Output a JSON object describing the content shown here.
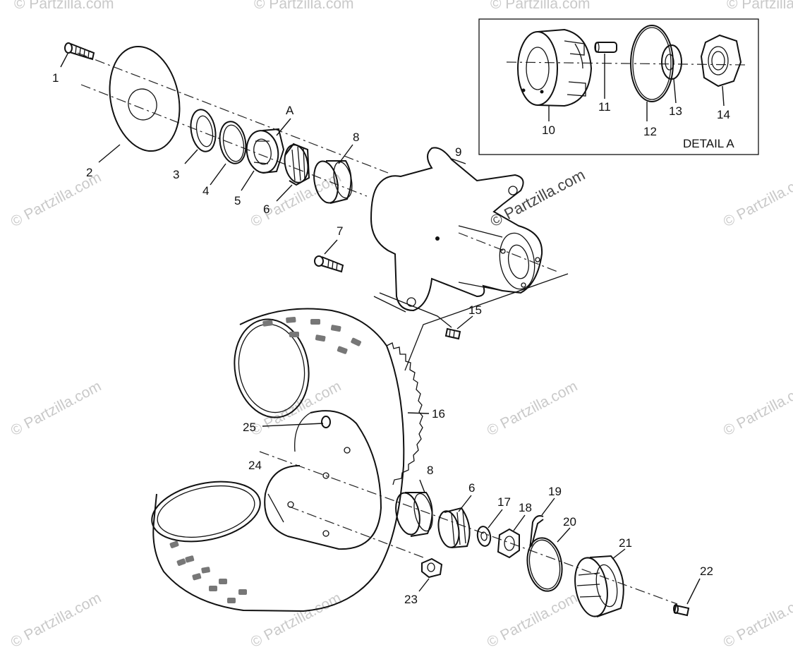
{
  "watermark": "© Partzilla.com",
  "detail": {
    "title": "DETAIL A",
    "ref": "A"
  },
  "callouts": {
    "c1": "1",
    "c2": "2",
    "c3": "3",
    "c4": "4",
    "c5": "5",
    "c6": "6",
    "c7": "7",
    "c8": "8",
    "c9": "9",
    "c10": "10",
    "c11": "11",
    "c12": "12",
    "c13": "13",
    "c14": "14",
    "c15": "15",
    "c16": "16",
    "c17": "17",
    "c18": "18",
    "c19": "19",
    "c20": "20",
    "c21": "21",
    "c22": "22",
    "c23": "23",
    "c24": "24",
    "c25": "25",
    "c6b": "6",
    "c8b": "8"
  }
}
